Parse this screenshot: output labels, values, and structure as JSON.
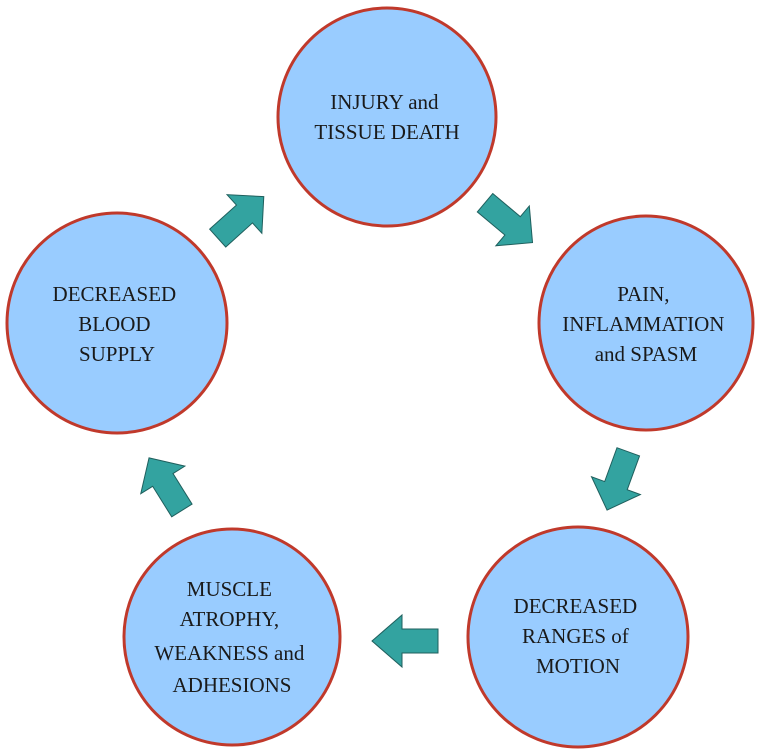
{
  "diagram": {
    "colors": {
      "circle_fill": "#99ccff",
      "circle_stroke": "#c0392b",
      "arrow_fill": "#33a3a0",
      "arrow_stroke": "#1f5f5d",
      "text": "#1a1a1a"
    },
    "nodes": [
      {
        "lines": [
          "INJURY and",
          "TISSUE DEATH"
        ]
      },
      {
        "lines": [
          "PAIN,",
          "INFLAMMATION",
          "and SPASM"
        ]
      },
      {
        "lines": [
          "DECREASED",
          "RANGES of",
          "MOTION"
        ]
      },
      {
        "lines": [
          "MUSCLE",
          "ATROPHY,",
          "WEAKNESS and",
          "ADHESIONS"
        ]
      },
      {
        "lines": [
          "DECREASED",
          "BLOOD",
          "SUPPLY"
        ]
      }
    ]
  }
}
